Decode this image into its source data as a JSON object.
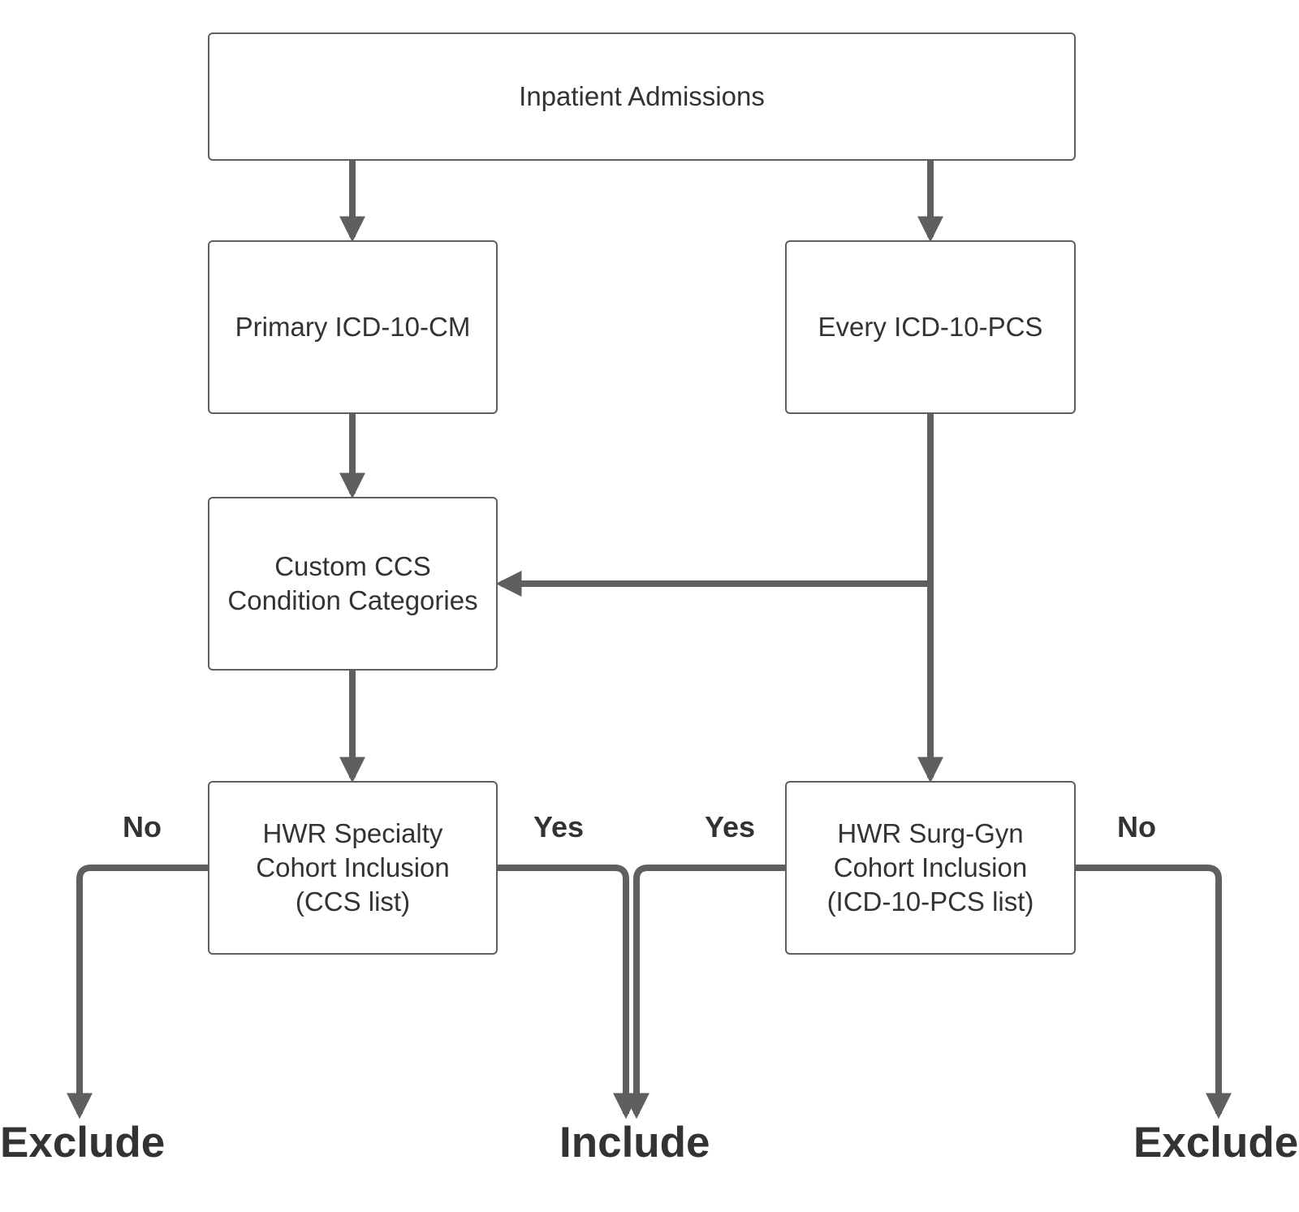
{
  "nodes": {
    "inpatient_admissions": "Inpatient Admissions",
    "primary_icd10cm": "Primary ICD-10-CM",
    "every_icd10pcs": "Every ICD-10-PCS",
    "custom_ccs": "Custom CCS\nCondition Categories",
    "hwr_specialty": "HWR Specialty\nCohort Inclusion\n(CCS list)",
    "hwr_surggyn": "HWR Surg-Gyn\nCohort Inclusion\n(ICD-10-PCS list)"
  },
  "edge_labels": {
    "no_left": "No",
    "yes_left": "Yes",
    "yes_right": "Yes",
    "no_right": "No"
  },
  "outcomes": {
    "exclude_left": "Exclude",
    "include": "Include",
    "exclude_right": "Exclude"
  },
  "colors": {
    "connector": "#5f5f5f",
    "text": "#333333",
    "box_border": "#5f5f5f"
  }
}
